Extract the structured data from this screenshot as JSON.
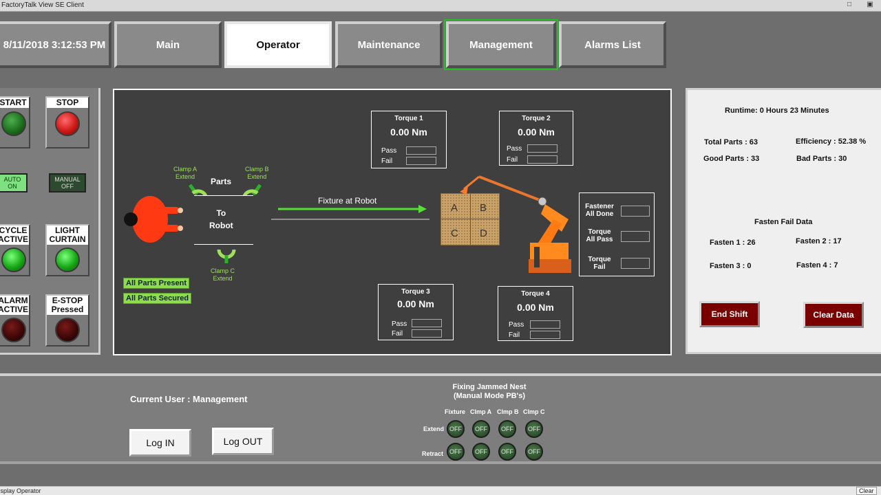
{
  "window": {
    "title": "FactoryTalk View SE Client",
    "minimize": "□",
    "restore": "▣"
  },
  "nav": {
    "datetime": "8/11/2018 3:12:53 PM",
    "tabs": [
      "Main",
      "Operator",
      "Maintenance",
      "Management",
      "Alarms List"
    ]
  },
  "left": {
    "start": "START",
    "stop": "STOP",
    "auto": "AUTO\nON",
    "manual": "MANUAL\nOFF",
    "cycle": "CYCLE\nACTIVE",
    "light_curtain": "LIGHT\nCURTAIN",
    "alarm": "ALARM\nACTIVE",
    "estop": "E-STOP\nPressed"
  },
  "center": {
    "clamp_a": "Clamp A\nExtend",
    "clamp_b": "Clamp B\nExtend",
    "clamp_c": "Clamp C\nExtend",
    "parts": "Parts",
    "to_robot": "To\nRobot",
    "fixture_at_robot": "Fixture at Robot",
    "all_parts_present": "All Parts Present",
    "all_parts_secured": "All Parts Secured",
    "fixture_letters": [
      "A",
      "B",
      "C",
      "D"
    ],
    "torque": [
      {
        "title": "Torque 1",
        "value": "0.00 Nm"
      },
      {
        "title": "Torque 2",
        "value": "0.00 Nm"
      },
      {
        "title": "Torque 3",
        "value": "0.00 Nm"
      },
      {
        "title": "Torque 4",
        "value": "0.00 Nm"
      }
    ],
    "pass": "Pass",
    "fail": "Fail",
    "status": {
      "fastener": "Fastener\nAll Done",
      "torque_pass": "Torque\nAll Pass",
      "torque_fail": "Torque\nFail"
    }
  },
  "right": {
    "runtime": "Runtime:  0 Hours  23 Minutes",
    "total_parts": "Total Parts : 63",
    "efficiency": "Efficiency : 52.38 %",
    "good_parts": "Good Parts : 33",
    "bad_parts": "Bad Parts : 30",
    "fail_title": "Fasten Fail Data",
    "fasten1": "Fasten 1  : 26",
    "fasten2": "Fasten 2 : 17",
    "fasten3": "Fasten 3 : 0",
    "fasten4": "Fasten 4 : 7",
    "end_shift": "End Shift",
    "clear_data": "Clear Data"
  },
  "bottom": {
    "current_user": "Current User : Management",
    "login": "Log IN",
    "logout": "Log OUT",
    "jam_title": "Fixing Jammed Nest\n(Manual Mode PB's)",
    "cols": [
      "Fixture",
      "Clmp A",
      "Clmp B",
      "Clmp C"
    ],
    "extend": "Extend",
    "retract": "Retract",
    "off": "OFF"
  },
  "statusbar": {
    "text": "Display Operator",
    "clear": "Clear"
  },
  "colors": {
    "accent_selected": "#22c022",
    "danger": "#7a0000",
    "ok": "#8edc4c"
  }
}
